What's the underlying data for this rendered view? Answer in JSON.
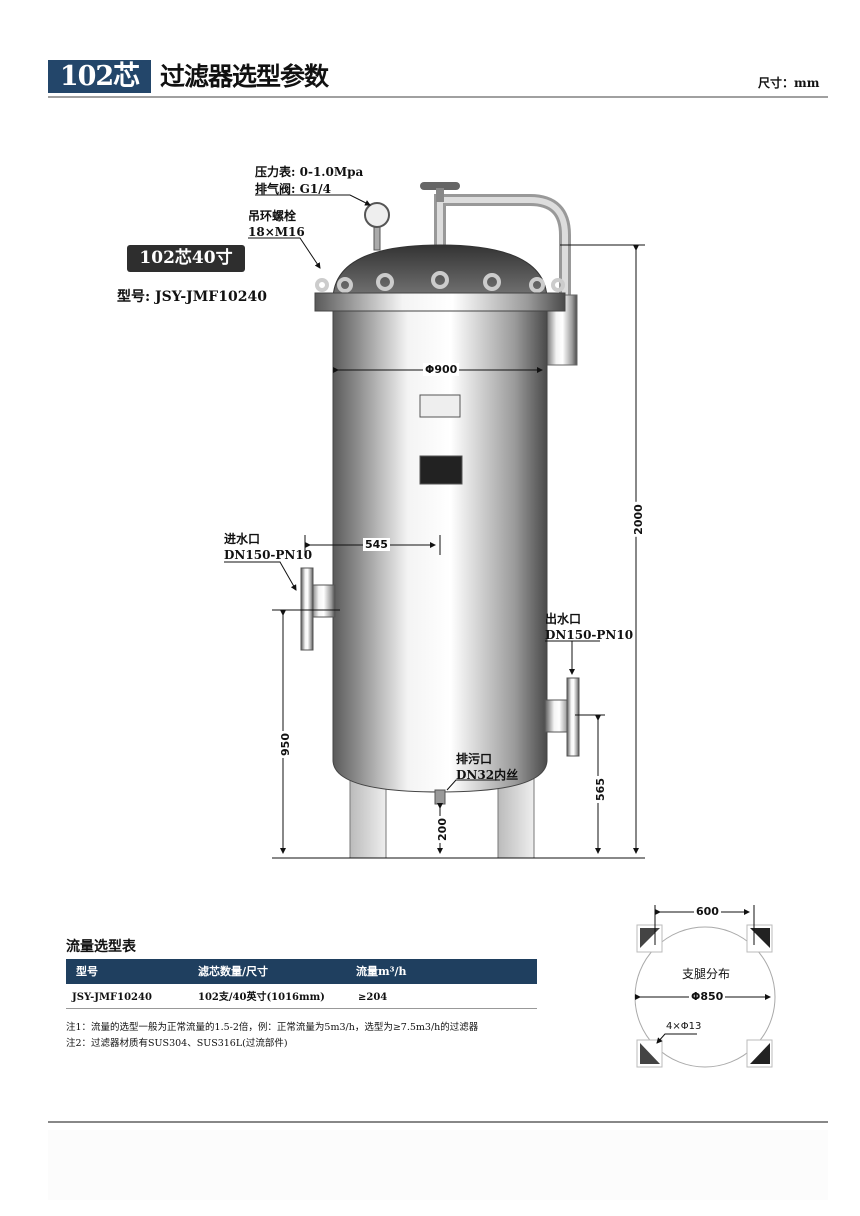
{
  "header": {
    "badge": "102芯",
    "title": "过滤器选型参数",
    "unit": "尺寸：mm"
  },
  "drawing": {
    "gauge_label": "压力表: 0-1.0Mpa",
    "vent_label": "排气阀: G1/4",
    "eyebolt_label": "吊环螺栓",
    "eyebolt_spec": "18×M16",
    "spec_badge": "102芯40寸",
    "model_label": "型号: JSY-JMF10240",
    "inlet_label": "进水口",
    "inlet_spec": "DN150-PN10",
    "outlet_label": "出水口",
    "outlet_spec": "DN150-PN10",
    "drain_label": "排污口",
    "drain_spec": "DN32内丝",
    "dims": {
      "diameter": "Φ900",
      "inlet_offset": "545",
      "height": "2000",
      "inlet_height": "950",
      "outlet_height": "565",
      "drain_height": "200"
    }
  },
  "legs": {
    "title": "支腿分布",
    "spacing": "600",
    "circle": "Φ850",
    "holes": "4×Φ13"
  },
  "table": {
    "title": "流量选型表",
    "headers": [
      "型号",
      "滤芯数量/尺寸",
      "流量m³/h"
    ],
    "rows": [
      [
        "JSY-JMF10240",
        "102支/40英寸(1016mm)",
        "≥204"
      ]
    ],
    "notes": [
      "注1：流量的选型一般为正常流量的1.5-2倍，例：正常流量为5m3/h，选型为≥7.5m3/h的过滤器",
      "注2：过滤器材质有SUS304、SUS316L(过流部件)"
    ]
  },
  "colors": {
    "accent": "#23466a",
    "table_header": "#1f3f5f"
  }
}
